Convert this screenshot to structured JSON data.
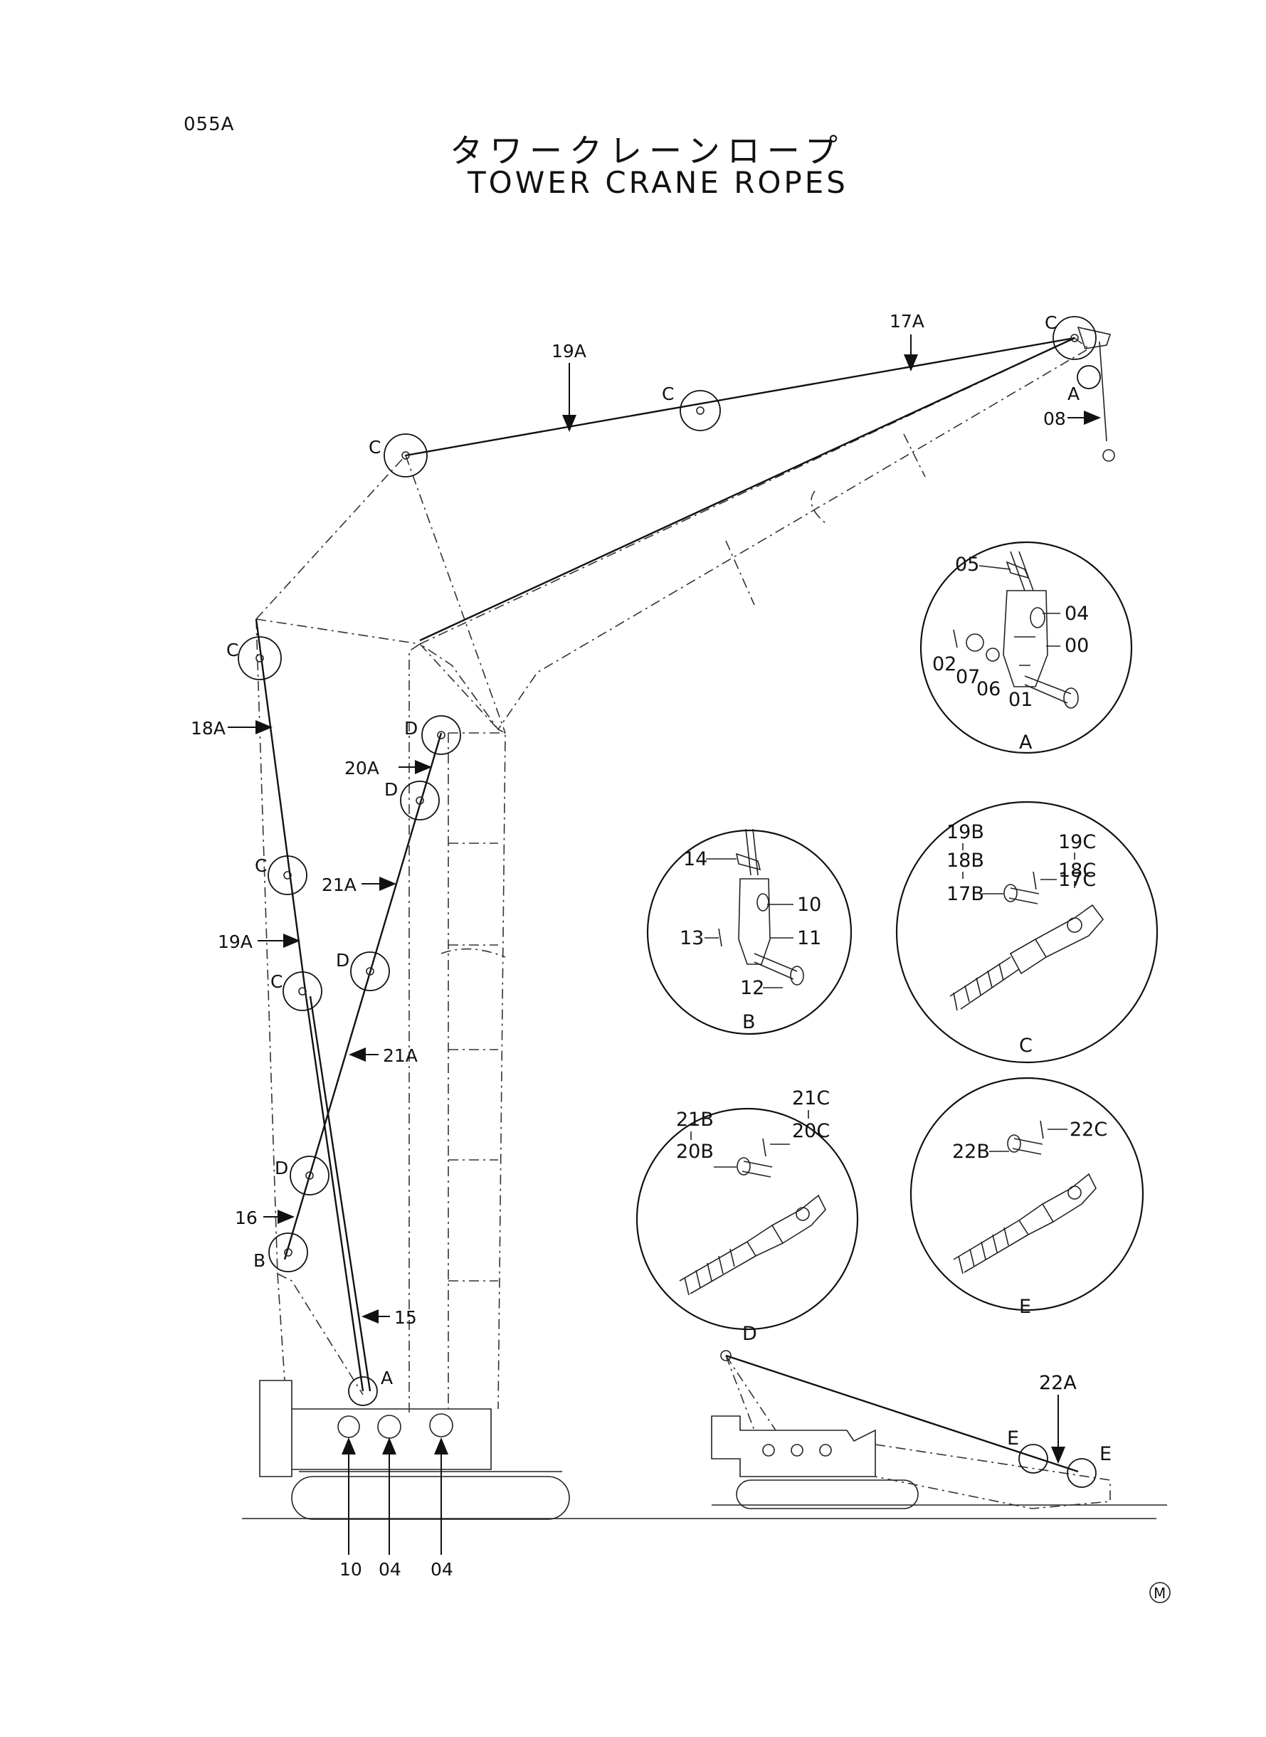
{
  "page_id": "055A",
  "title_jp": "タワークレーンロープ",
  "title_en": "TOWER CRANE ROPES",
  "main_labels": {
    "17A": "17A",
    "19A_top": "19A",
    "C_tip": "C",
    "A_tip": "A",
    "08": "08",
    "C_mid": "C",
    "C_jib": "C",
    "C_left": "C",
    "18A": "18A",
    "D1": "D",
    "20A": "20A",
    "D2": "D",
    "C_mast": "C",
    "21A_a": "21A",
    "19A_left": "19A",
    "D3": "D",
    "C_low": "C",
    "21A_b": "21A",
    "D4": "D",
    "16": "16",
    "B": "B",
    "15": "15",
    "A_base": "A",
    "b10": "10",
    "b04a": "04",
    "b04b": "04"
  },
  "detail_A": {
    "caption": "A",
    "p05": "05",
    "p04": "04",
    "p00": "00",
    "p02": "02",
    "p07": "07",
    "p06": "06",
    "p01": "01"
  },
  "detail_B": {
    "caption": "B",
    "p14": "14",
    "p10": "10",
    "p13": "13",
    "p11": "11",
    "p12": "12"
  },
  "detail_C": {
    "caption": "C",
    "p19B": "19B",
    "p18B": "18B",
    "p17B": "17B",
    "p19C": "19C",
    "p18C": "18C",
    "p17C": "17C"
  },
  "detail_D": {
    "caption": "D",
    "p21B": "21B",
    "p20B": "20B",
    "p21C": "21C",
    "p20C": "20C"
  },
  "detail_E": {
    "caption": "E",
    "p22B": "22B",
    "p22C": "22C"
  },
  "small_crane": {
    "p22A": "22A",
    "E1": "E",
    "E2": "E"
  },
  "mark": "M"
}
